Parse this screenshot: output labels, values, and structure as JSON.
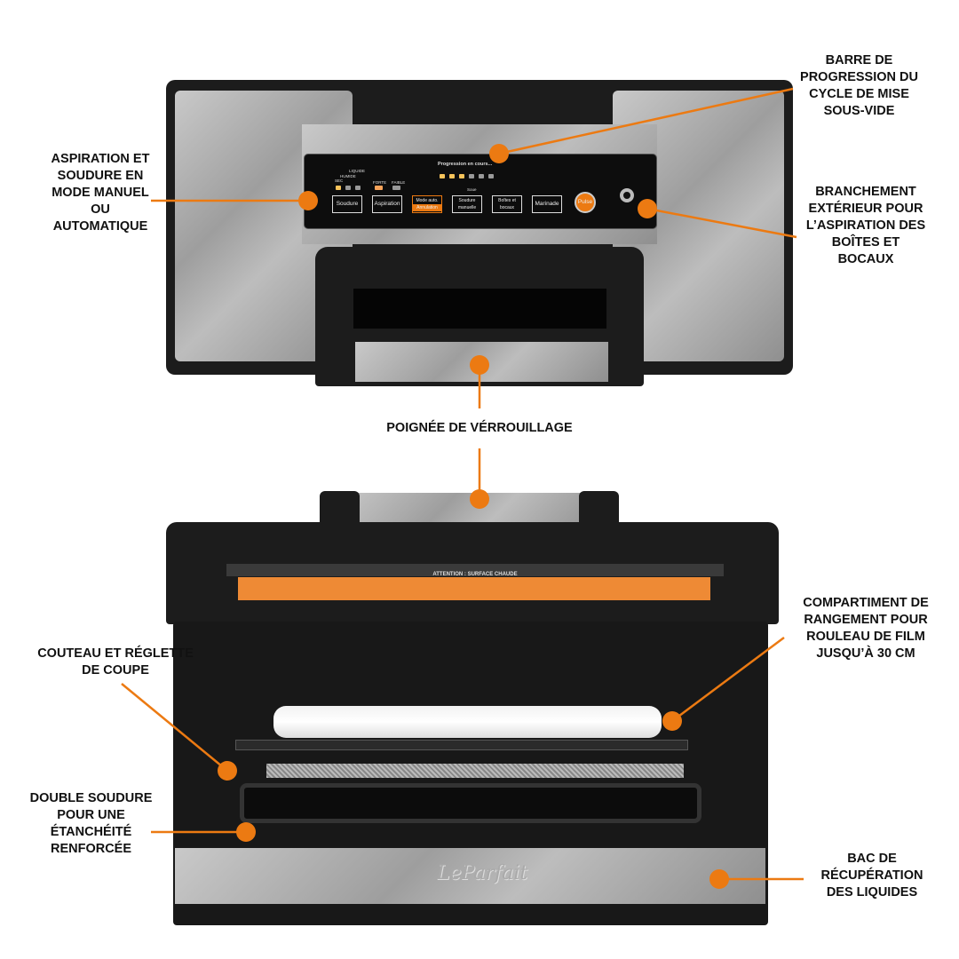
{
  "callouts": {
    "progress_bar": "BARRE DE PROGRESSION DU CYCLE DE MISE SOUS-VIDE",
    "manual_auto": "ASPIRATION ET SOUDURE EN MODE MANUEL OU AUTOMATIQUE",
    "external_port": "BRANCHEMENT EXTÉRIEUR POUR L’ASPIRATION DES BOÎTES ET BOCAUX",
    "lock_handle": "POIGNÉE DE VÉRROUILLAGE",
    "roll_storage": "COMPARTIMENT DE RANGEMENT POUR ROULEAU DE FILM JUSQU’À 30 CM",
    "cutter": "COUTEAU ET RÉGLETTE DE COUPE",
    "double_seal": "DOUBLE SOUDURE POUR UNE ÉTANCHÉITÉ RENFORCÉE",
    "drip_tray": "BAC DE RÉCUPÉRATION DES LIQUIDES"
  },
  "panel": {
    "progress": "Progression en cours...",
    "sec": "SEC",
    "humide": "HUMIDE",
    "liquide": "LIQUIDE",
    "forte": "FORTE",
    "faible": "FAIBLE",
    "soue": "Soue",
    "buttons": [
      "Soudure",
      "Aspiration",
      "Mode auto.",
      "Annulation",
      "Soudure manuelle",
      "Boîtes et bocaux",
      "Marinade",
      "Pulse"
    ],
    "progress_leds_lit": 3,
    "progress_leds_total": 6
  },
  "lid_warning": "ATTENTION : SURFACE CHAUDE",
  "logo": "LeParfait",
  "colors": {
    "accent": "#ec7a12",
    "body": "#1c1c1c"
  }
}
